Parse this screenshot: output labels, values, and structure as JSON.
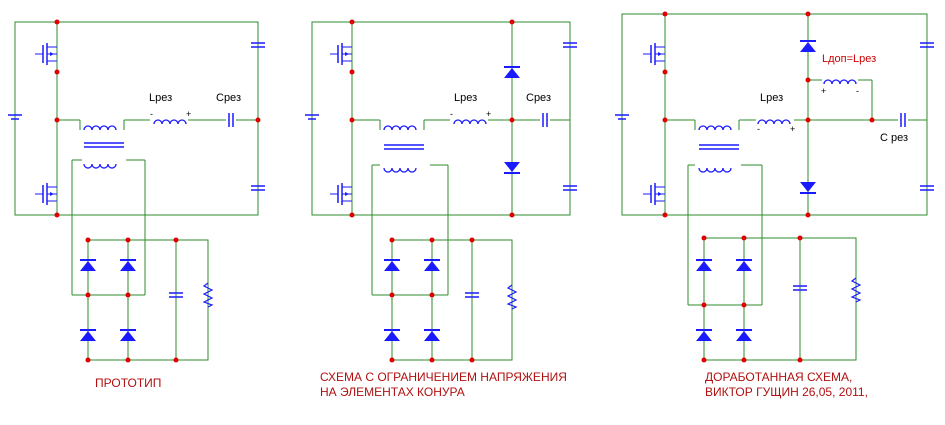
{
  "colors": {
    "wire": "#2e8b2e",
    "component": "#1a1aff",
    "node": "#e00000",
    "caption": "#b01010",
    "label_highlight": "#cc0000"
  },
  "panels": [
    {
      "id": "prototype",
      "labels": {
        "l_res": "Lрез",
        "c_res": "Cрез"
      },
      "caption": [
        "ПРОТОТИП"
      ]
    },
    {
      "id": "voltage-limited",
      "labels": {
        "l_res": "Lрез",
        "c_res": "Cрез"
      },
      "caption": [
        "СХЕМА С ОГРАНИЧЕНИЕМ НАПРЯЖЕНИЯ",
        "НА ЭЛЕМЕНТАХ КОНУРА"
      ]
    },
    {
      "id": "improved",
      "labels": {
        "l_res": "Lрез",
        "c_res": "С рез",
        "l_add": "Lдоп=Lрез"
      },
      "caption": [
        "ДОРАБОТАННАЯ СХЕМА,",
        "ВИКТОР ГУЩИН 26,05, 2011,"
      ]
    }
  ],
  "polarity": {
    "plus": "+",
    "minus": "-"
  }
}
